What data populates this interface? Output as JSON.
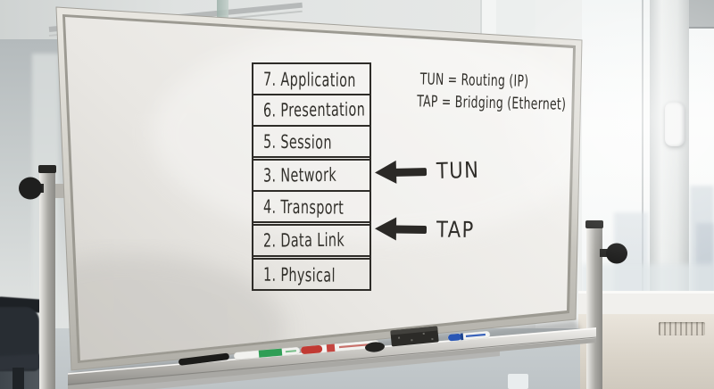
{
  "whiteboard": {
    "osi_stack": {
      "layers": [
        "7. Application",
        "6. Presentation",
        "5. Session",
        "3. Network",
        "4. Transport",
        "2. Data Link",
        "1. Physical"
      ]
    },
    "legend": {
      "tun": "TUN = Routing (IP)",
      "tap": "TAP = Bridging (Ethernet)"
    },
    "callouts": {
      "tun": "TUN",
      "tap": "TAP"
    }
  },
  "colors": {
    "ink": "#2e2c28",
    "board_surface": "#edebe7",
    "board_frame": "#c6c4bd",
    "marker_black": "#1b1b19",
    "marker_green": "#2f9e55",
    "marker_red": "#c13a33",
    "marker_blue": "#2a57b5",
    "eraser": "#2c2b28"
  },
  "tray_items": [
    "black-marker",
    "green-marker",
    "red-marker",
    "marker-cap",
    "eraser",
    "blue-marker"
  ]
}
